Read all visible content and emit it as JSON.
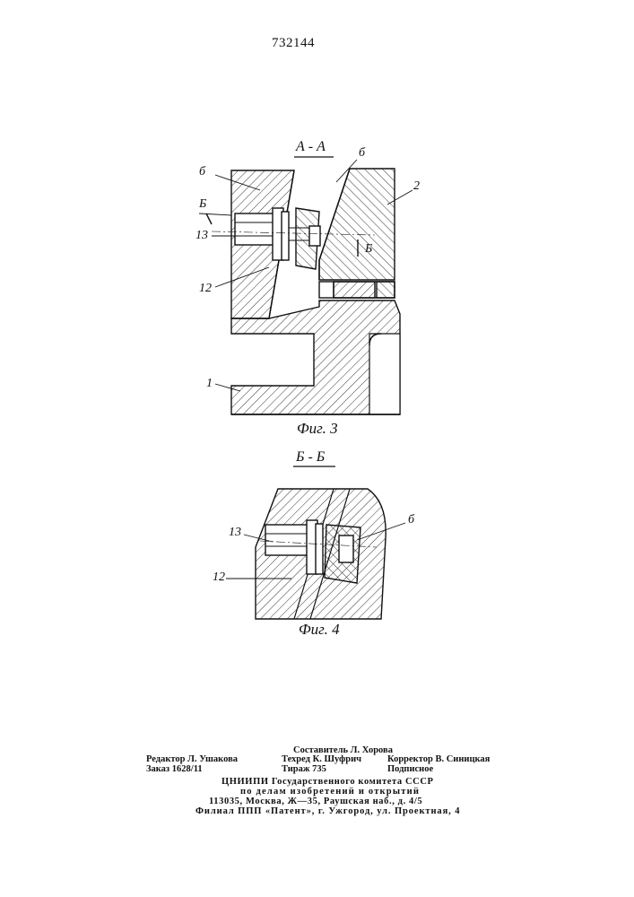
{
  "patent_number": "732144",
  "figure3": {
    "section_label": "А - А",
    "caption": "Фиг. 3",
    "labels": {
      "l6a": "б",
      "l6b": "б",
      "l2": "2",
      "lBa": "Б",
      "lBb": "Б",
      "l13": "13",
      "l12": "12",
      "l1": "1"
    }
  },
  "figure4": {
    "section_label": "Б - Б",
    "caption": "Фиг. 4",
    "labels": {
      "l13": "13",
      "l6": "б",
      "l12": "12"
    }
  },
  "colophon": {
    "composer": "Составитель Л. Хорова",
    "editor": "Редактор Л. Ушакова",
    "techred": "Техред К. Шуфрич",
    "corrector": "Корректор В. Синицкая",
    "order": "Заказ 1628/11",
    "circulation": "Тираж 735",
    "subscription": "Подписное",
    "org1": "ЦНИИПИ Государственного комитета СССР",
    "org2": "по делам изобретений и открытий",
    "address": "113035, Москва, Ж—35, Раушская наб., д. 4/5",
    "branch": "Филиал ППП «Патент», г. Ужгород, ул. Проектная, 4"
  }
}
